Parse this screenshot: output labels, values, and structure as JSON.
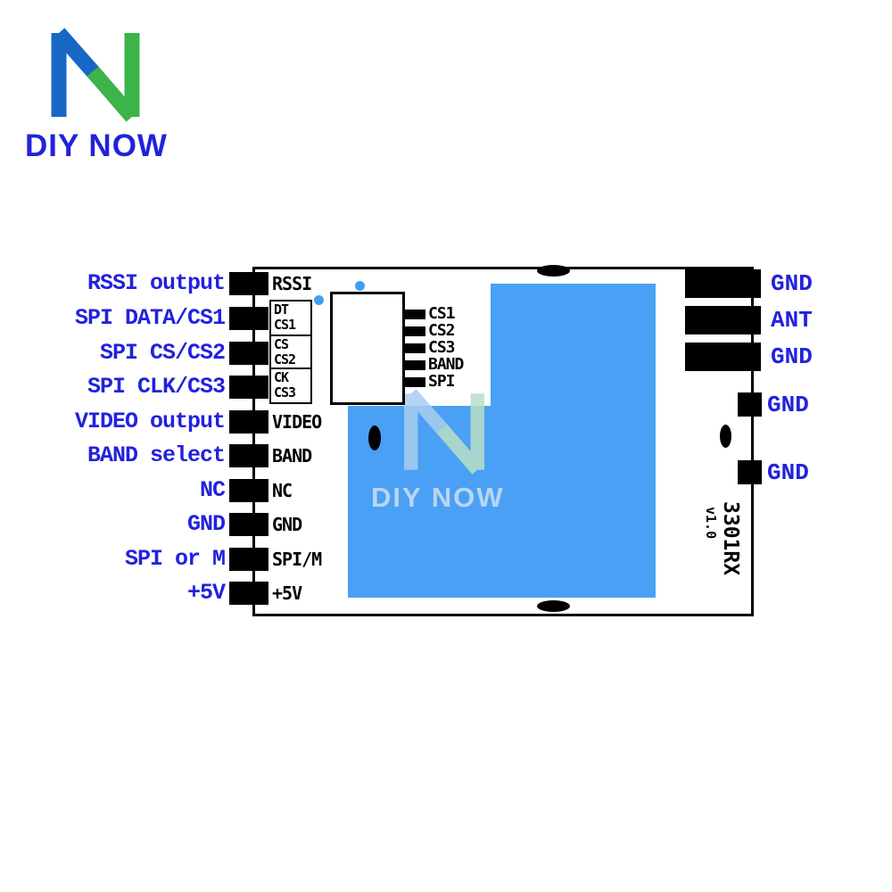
{
  "brand": {
    "name": "DIY NOW"
  },
  "watermark": {
    "text": "DIY NOW"
  },
  "board": {
    "marking": {
      "model": "3301RX",
      "version": "v1.0"
    },
    "left_pins": [
      {
        "label": "RSSI output",
        "pad": "RSSI"
      },
      {
        "label": "SPI DATA/CS1",
        "pad_line1": "DT",
        "pad_line2": "CS1"
      },
      {
        "label": "SPI CS/CS2",
        "pad_line1": "CS",
        "pad_line2": "CS2"
      },
      {
        "label": "SPI CLK/CS3",
        "pad_line1": "CK",
        "pad_line2": "CS3"
      },
      {
        "label": "VIDEO output",
        "pad": "VIDEO"
      },
      {
        "label": "BAND select",
        "pad": "BAND"
      },
      {
        "label": "NC",
        "pad": "NC"
      },
      {
        "label": "GND",
        "pad": "GND"
      },
      {
        "label": "SPI or M",
        "pad": "SPI/M"
      },
      {
        "label": "+5V",
        "pad": "+5V"
      }
    ],
    "header_pins": [
      "CS1",
      "CS2",
      "CS3",
      "BAND",
      "SPI"
    ],
    "right_pins": [
      {
        "label": "GND",
        "size": "large"
      },
      {
        "label": "ANT",
        "size": "large"
      },
      {
        "label": "GND",
        "size": "large"
      },
      {
        "label": "GND",
        "size": "small"
      },
      {
        "label": "GND",
        "size": "small"
      }
    ]
  },
  "colors": {
    "label_blue": "#2222dd",
    "shield_blue": "#4aa0f5",
    "logo_blue": "#1668c4",
    "logo_green": "#3cb44a"
  }
}
